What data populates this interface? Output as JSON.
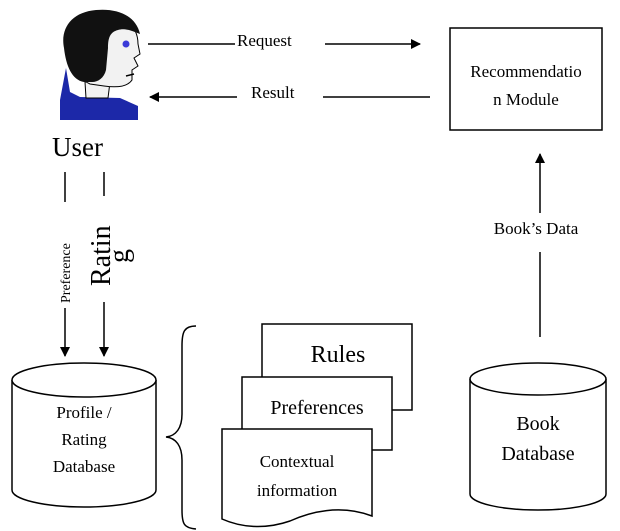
{
  "user": {
    "label": "User",
    "avatar_colors": {
      "hair": "#111111",
      "skin": "#f2f2f2",
      "eye": "#3b3bd8",
      "shirt": "#1c28a8"
    }
  },
  "flows": {
    "request": "Request",
    "result": "Result",
    "preference": "Preference",
    "rating_main": "Ratin",
    "rating_tail": "g",
    "books_data": "Book’s Data"
  },
  "module": {
    "line1": "Recommendatio",
    "line2": "n Module"
  },
  "profile_db": {
    "line1": "Profile /",
    "line2": "Rating",
    "line3": "Database"
  },
  "book_db": {
    "line1": "Book",
    "line2": "Database"
  },
  "documents": {
    "rules": "Rules",
    "preferences": "Preferences",
    "contextual_line1": "Contextual",
    "contextual_line2": "information"
  }
}
